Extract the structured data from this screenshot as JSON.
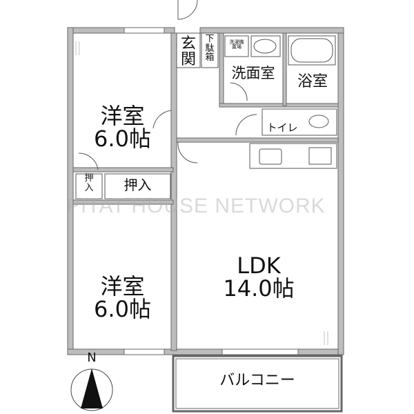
{
  "floorplan": {
    "rooms": [
      {
        "id": "western-room-1",
        "name": "洋室",
        "size": "6.0帖"
      },
      {
        "id": "western-room-2",
        "name": "洋室",
        "size": "6.0帖"
      },
      {
        "id": "ldk",
        "name": "LDK",
        "size": "14.0帖"
      },
      {
        "id": "entrance",
        "name": "玄\n関"
      },
      {
        "id": "shoe-box",
        "name": "下\n駄\n箱"
      },
      {
        "id": "washroom",
        "name": "洗面室"
      },
      {
        "id": "washer-space",
        "name": "洗濯機\n置場"
      },
      {
        "id": "bathroom",
        "name": "浴室"
      },
      {
        "id": "toilet",
        "name": "トイレ"
      },
      {
        "id": "closet-small",
        "name": "押\n入"
      },
      {
        "id": "closet",
        "name": "押入"
      },
      {
        "id": "balcony",
        "name": "バルコニー"
      }
    ],
    "watermark": "PITAT HOUSE NETWORK",
    "compass": {
      "label": "N"
    }
  }
}
